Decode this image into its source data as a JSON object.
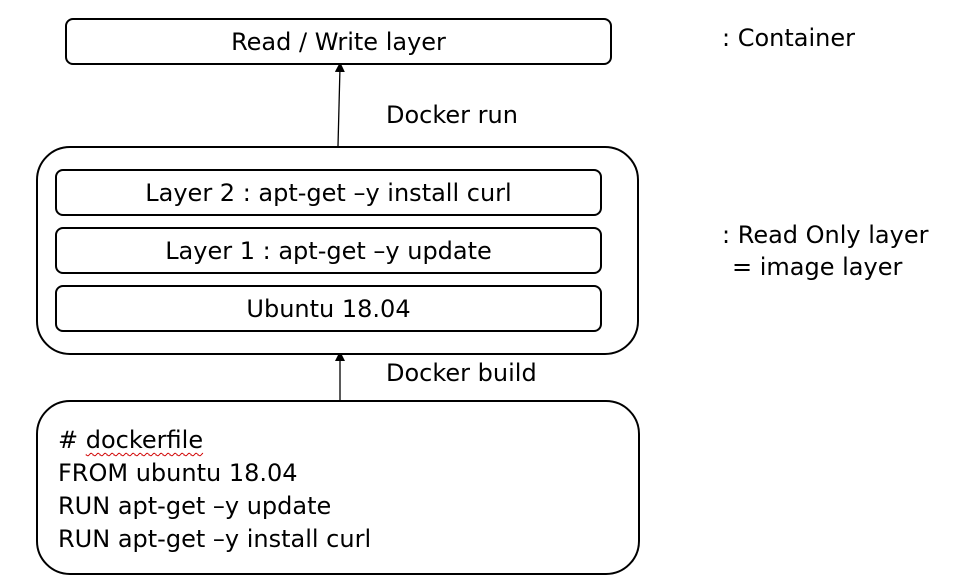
{
  "container_layer": {
    "label": "Read / Write layer",
    "note": ": Container"
  },
  "image_layers": {
    "layers": [
      "Layer 2 : apt-get –y install curl",
      "Layer 1 : apt-get –y update",
      "Ubuntu 18.04"
    ],
    "note_line1": ": Read Only layer",
    "note_line2": "= image layer"
  },
  "transitions": {
    "run": "Docker run",
    "build": "Docker build"
  },
  "dockerfile": {
    "comment_prefix": "# ",
    "comment_word": "dockerfile",
    "lines": [
      "FROM ubuntu 18.04",
      "RUN apt-get –y update",
      "RUN apt-get –y install curl"
    ]
  }
}
